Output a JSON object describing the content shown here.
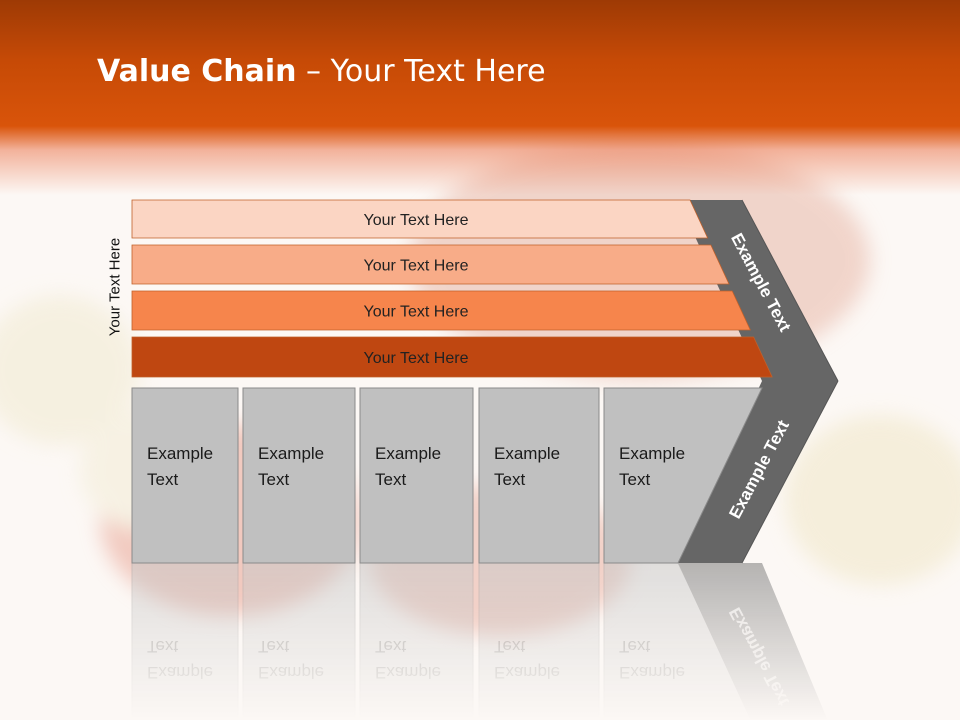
{
  "slide": {
    "title_bold": "Value Chain",
    "title_dash": " – ",
    "title_rest": "Your Text Here",
    "side_label": "Your Text Here"
  },
  "bars": [
    {
      "label": "Your Text Here",
      "color": "#fbd5c3"
    },
    {
      "label": "Your Text Here",
      "color": "#f8ac88"
    },
    {
      "label": "Your Text Here",
      "color": "#f6854c"
    },
    {
      "label": "Your Text Here",
      "color": "#bf4711"
    }
  ],
  "boxes": [
    {
      "line1": "Example",
      "line2": "Text"
    },
    {
      "line1": "Example",
      "line2": "Text"
    },
    {
      "line1": "Example",
      "line2": "Text"
    },
    {
      "line1": "Example",
      "line2": "Text"
    },
    {
      "line1": "Example",
      "line2": "Text"
    }
  ],
  "arrow": {
    "upper_label": "Example Text",
    "lower_label": "Example Text",
    "color": "#666666"
  },
  "colors": {
    "header": "#d9540a",
    "box_fill": "#c0c0c0",
    "box_stroke": "#8a8a8a"
  }
}
